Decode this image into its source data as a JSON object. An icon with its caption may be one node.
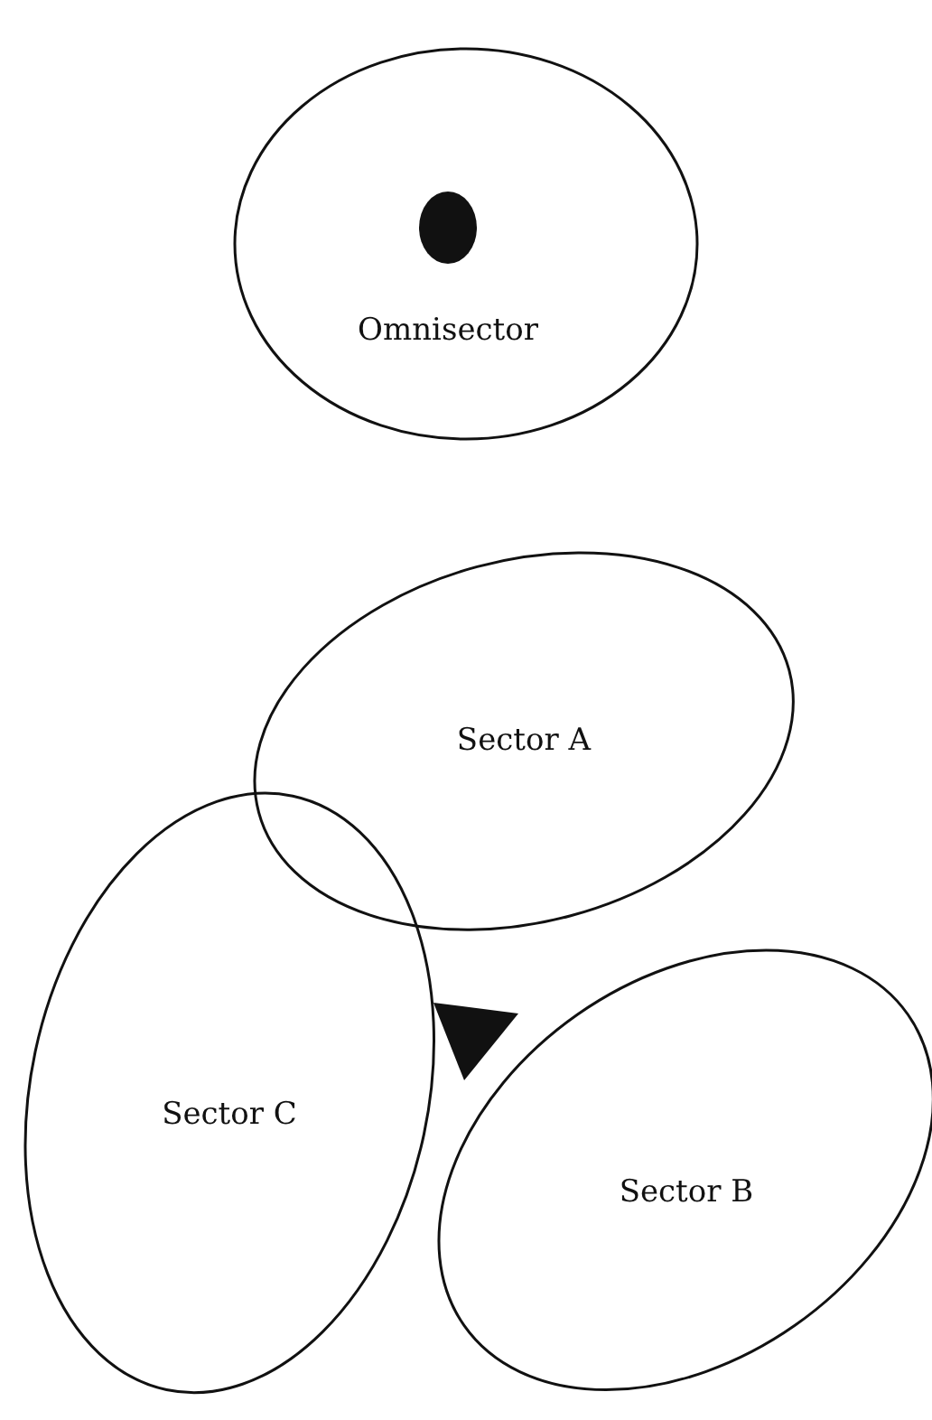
{
  "diagram": {
    "nodes": [
      {
        "text": [
          "Omnisector"
        ]
      },
      {
        "text": [
          "Sector A"
        ]
      },
      {
        "text": [
          "Sector C"
        ]
      },
      {
        "text": [
          "Sector B"
        ]
      }
    ]
  }
}
